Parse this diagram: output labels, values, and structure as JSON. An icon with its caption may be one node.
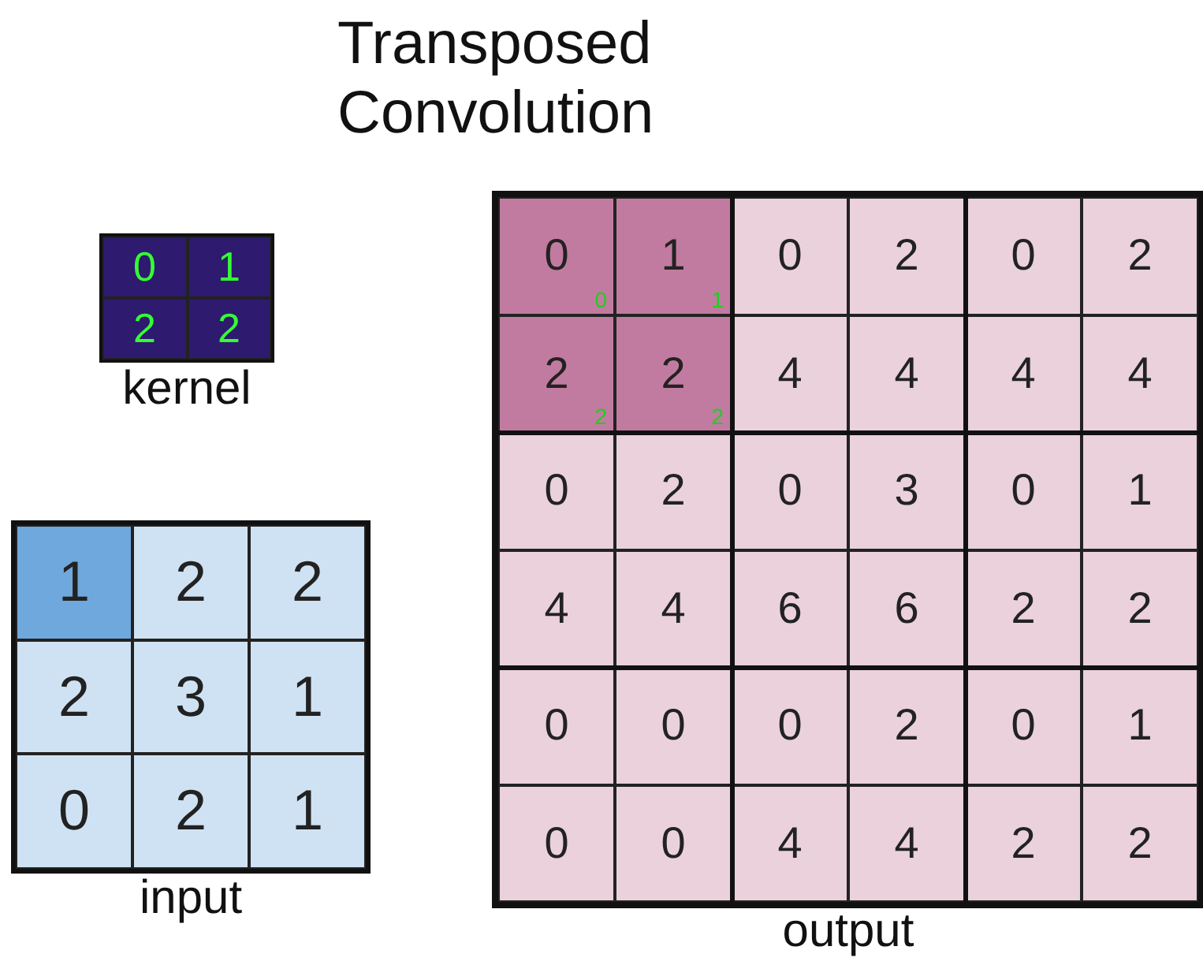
{
  "diagram": {
    "title": "Transposed Convolution",
    "nodes": [
      {
        "text": [
          "kernel"
        ]
      },
      {
        "text": [
          "0"
        ],
        "in": 0
      },
      {
        "text": [
          "1"
        ],
        "in": 0
      },
      {
        "text": [
          "2"
        ],
        "in": 0
      },
      {
        "text": [
          "2"
        ],
        "in": 0
      },
      {
        "text": [
          "input"
        ]
      },
      {
        "text": [
          "1"
        ],
        "in": 5
      },
      {
        "text": [
          "2"
        ],
        "in": 5
      },
      {
        "text": [
          "2"
        ],
        "in": 5
      },
      {
        "text": [
          "2"
        ],
        "in": 5
      },
      {
        "text": [
          "3"
        ],
        "in": 5
      },
      {
        "text": [
          "1"
        ],
        "in": 5
      },
      {
        "text": [
          "0"
        ],
        "in": 5
      },
      {
        "text": [
          "2"
        ],
        "in": 5
      },
      {
        "text": [
          "1"
        ],
        "in": 5
      },
      {
        "text": [
          "output"
        ]
      },
      {
        "text": [
          "0",
          "0"
        ],
        "in": 15
      },
      {
        "text": [
          "1",
          "1"
        ],
        "in": 15
      },
      {
        "text": [
          "0"
        ],
        "in": 15
      },
      {
        "text": [
          "2"
        ],
        "in": 15
      },
      {
        "text": [
          "0"
        ],
        "in": 15
      },
      {
        "text": [
          "2"
        ],
        "in": 15
      },
      {
        "text": [
          "2",
          "2"
        ],
        "in": 15
      },
      {
        "text": [
          "2",
          "2"
        ],
        "in": 15
      },
      {
        "text": [
          "4"
        ],
        "in": 15
      },
      {
        "text": [
          "4"
        ],
        "in": 15
      },
      {
        "text": [
          "4"
        ],
        "in": 15
      },
      {
        "text": [
          "4"
        ],
        "in": 15
      },
      {
        "text": [
          "0"
        ],
        "in": 15
      },
      {
        "text": [
          "2"
        ],
        "in": 15
      },
      {
        "text": [
          "0"
        ],
        "in": 15
      },
      {
        "text": [
          "3"
        ],
        "in": 15
      },
      {
        "text": [
          "0"
        ],
        "in": 15
      },
      {
        "text": [
          "1"
        ],
        "in": 15
      },
      {
        "text": [
          "4"
        ],
        "in": 15
      },
      {
        "text": [
          "4"
        ],
        "in": 15
      },
      {
        "text": [
          "6"
        ],
        "in": 15
      },
      {
        "text": [
          "6"
        ],
        "in": 15
      },
      {
        "text": [
          "2"
        ],
        "in": 15
      },
      {
        "text": [
          "2"
        ],
        "in": 15
      },
      {
        "text": [
          "0"
        ],
        "in": 15
      },
      {
        "text": [
          "0"
        ],
        "in": 15
      },
      {
        "text": [
          "0"
        ],
        "in": 15
      },
      {
        "text": [
          "2"
        ],
        "in": 15
      },
      {
        "text": [
          "0"
        ],
        "in": 15
      },
      {
        "text": [
          "1"
        ],
        "in": 15
      },
      {
        "text": [
          "0"
        ],
        "in": 15
      },
      {
        "text": [
          "0"
        ],
        "in": 15
      },
      {
        "text": [
          "4"
        ],
        "in": 15
      },
      {
        "text": [
          "4"
        ],
        "in": 15
      },
      {
        "text": [
          "2"
        ],
        "in": 15
      },
      {
        "text": [
          "2"
        ],
        "in": 15
      }
    ]
  }
}
